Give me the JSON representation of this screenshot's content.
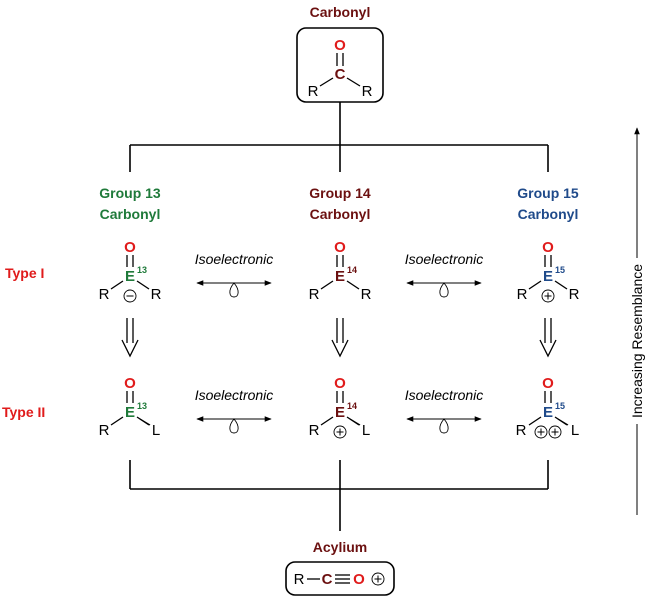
{
  "colors": {
    "carbonyl": "#6b1010",
    "group13": "#1f7a3a",
    "group14": "#6b1010",
    "group15": "#1f4a8a",
    "oxygen": "#e01b1b",
    "type_label": "#e01b1b"
  },
  "top": {
    "title": "Carbonyl",
    "atom_o": "O",
    "atom_c": "C",
    "sub_left": "R",
    "sub_right": "R"
  },
  "bottom": {
    "title": "Acylium",
    "r": "R",
    "c": "C",
    "o": "O"
  },
  "columns": [
    {
      "title_line1": "Group 13",
      "title_line2": "Carbonyl",
      "element": "E",
      "superscript": "13"
    },
    {
      "title_line1": "Group 14",
      "title_line2": "Carbonyl",
      "element": "E",
      "superscript": "14"
    },
    {
      "title_line1": "Group 15",
      "title_line2": "Carbonyl",
      "element": "E",
      "superscript": "15"
    }
  ],
  "rows": [
    {
      "label": "Type I"
    },
    {
      "label": "Type II"
    }
  ],
  "substituents": {
    "r": "R",
    "l": "L",
    "o": "O"
  },
  "relation_label": "Isoelectronic",
  "axis_label": "Increasing Resemblance",
  "icons": {
    "charge_minus": "circled-minus-icon",
    "charge_plus": "circled-plus-icon",
    "lone_pair": "lone-pair-lobe-icon",
    "double_arrow": "double-line-arrow-icon",
    "equilibrium_arrow": "double-headed-arrow-icon"
  }
}
